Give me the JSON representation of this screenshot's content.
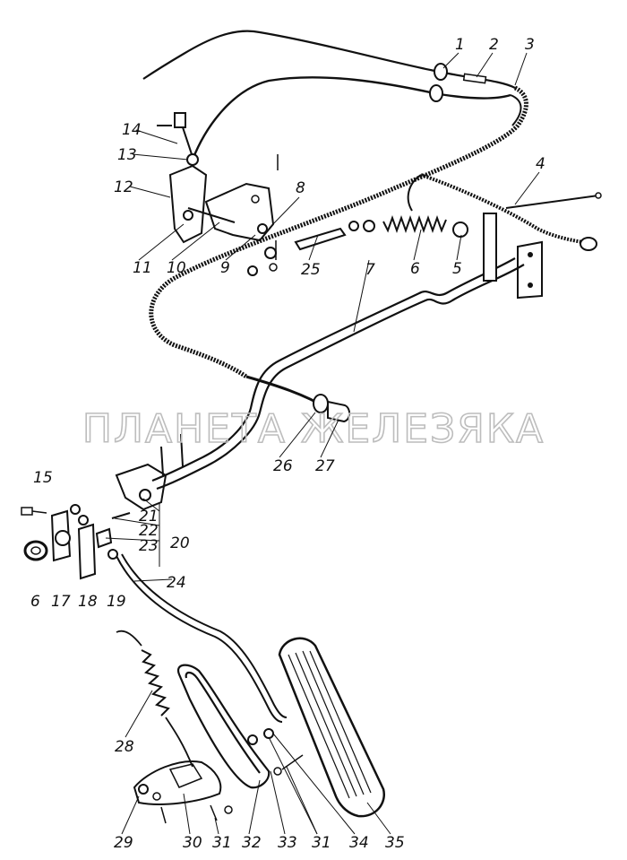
{
  "watermark": "ПЛАНЕТА ЖЕЛЕЗЯКА",
  "callouts": {
    "c1": "1",
    "c2": "2",
    "c3": "3",
    "c4": "4",
    "c5": "5",
    "c6a": "6",
    "c6b": "6",
    "c7": "7",
    "c8": "8",
    "c9": "9",
    "c10": "10",
    "c11": "11",
    "c12": "12",
    "c13": "13",
    "c14": "14",
    "c15": "15",
    "c17": "17",
    "c18": "18",
    "c19": "19",
    "c20": "20",
    "c21": "21",
    "c22": "22",
    "c23": "23",
    "c24": "24",
    "c25": "25",
    "c26": "26",
    "c27": "27",
    "c28": "28",
    "c29": "29",
    "c30": "30",
    "c31a": "31",
    "c31b": "31",
    "c32": "32",
    "c33": "33",
    "c34": "34",
    "c35": "35"
  }
}
